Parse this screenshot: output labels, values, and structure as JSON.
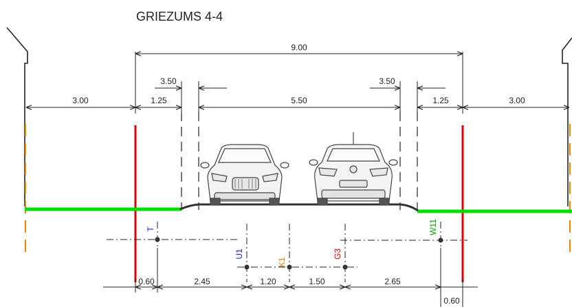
{
  "title": "GRIEZUMS 4-4",
  "dimensions": {
    "overall": "9.00",
    "left_sidewalk": "3.00",
    "right_sidewalk": "3.00",
    "left_strip": "1.25",
    "right_strip": "1.25",
    "carriageway": "5.50",
    "left_offset": "3.50",
    "right_offset": "3.50"
  },
  "utilities": [
    {
      "code": "T",
      "color": "#1a1aff"
    },
    {
      "code": "U1",
      "color": "#1a1aff"
    },
    {
      "code": "K1",
      "color": "#d98000"
    },
    {
      "code": "G3",
      "color": "#e00000"
    },
    {
      "code": "W11",
      "color": "#00a000"
    }
  ],
  "utility_distances": [
    "0.60",
    "2.45",
    "1.20",
    "1.50",
    "2.65",
    "0.60"
  ],
  "colors": {
    "green_surface": "#00dd00",
    "red_line": "#e00000",
    "orange_edge": "#e08a00",
    "line": "#222222"
  }
}
